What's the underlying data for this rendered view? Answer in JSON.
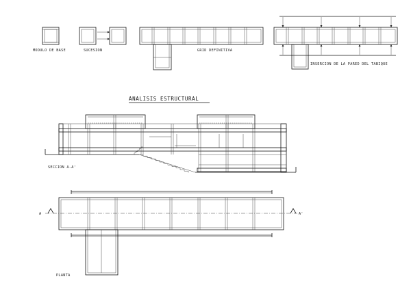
{
  "labels": {
    "modulo": "MODULO DE BASE",
    "sucesion": "SUCESION",
    "grid": "GRID DEFINITIVA",
    "insercion": "INSERCION DE LA PARED DEL TABIQUE",
    "title": "ANALISIS ESTRUCTURAL",
    "seccion": "SECCION A-A'",
    "planta": "PLANTA",
    "cut_left": "A",
    "cut_right": "A'"
  },
  "colors": {
    "line": "#111111",
    "background": "#ffffff"
  }
}
